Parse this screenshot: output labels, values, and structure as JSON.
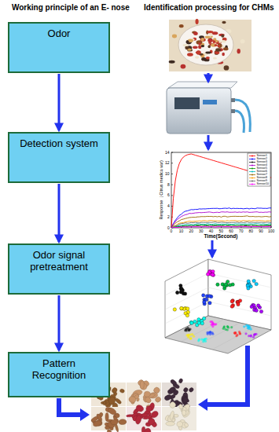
{
  "diagram": {
    "nodes": [
      {
        "text": [
          "Odor"
        ]
      },
      {
        "text": [
          "Detection system"
        ]
      },
      {
        "text": [
          "Odor signal pretreatment"
        ]
      },
      {
        "text": [
          "Pattern Recognition"
        ]
      }
    ],
    "edges": [
      {
        "from": 0,
        "to": 1,
        "arrow": "to"
      },
      {
        "from": 1,
        "to": 2,
        "arrow": "to"
      },
      {
        "from": 2,
        "to": 3,
        "arrow": "to"
      }
    ],
    "labels": [
      "Working principle of an E- nose",
      "Identification processing for CHMs",
      "0",
      "2",
      "4",
      "6",
      "8",
      "10",
      "12",
      "14",
      "0",
      "10",
      "20",
      "30",
      "40",
      "50",
      "60",
      "70",
      "80",
      "90",
      "100",
      "Response（Citrus medica var)",
      "Time(Second)"
    ],
    "legend": [
      {
        "text": "Sensor1"
      },
      {
        "text": "Sensor2"
      },
      {
        "text": "Sensor3"
      },
      {
        "text": "Sensor4"
      },
      {
        "text": "Sensor5"
      },
      {
        "text": "Sensor6"
      },
      {
        "text": "Sensor7"
      },
      {
        "text": "Sensor8"
      },
      {
        "text": "Sensor9"
      },
      {
        "text": "Sensor10"
      }
    ]
  }
}
